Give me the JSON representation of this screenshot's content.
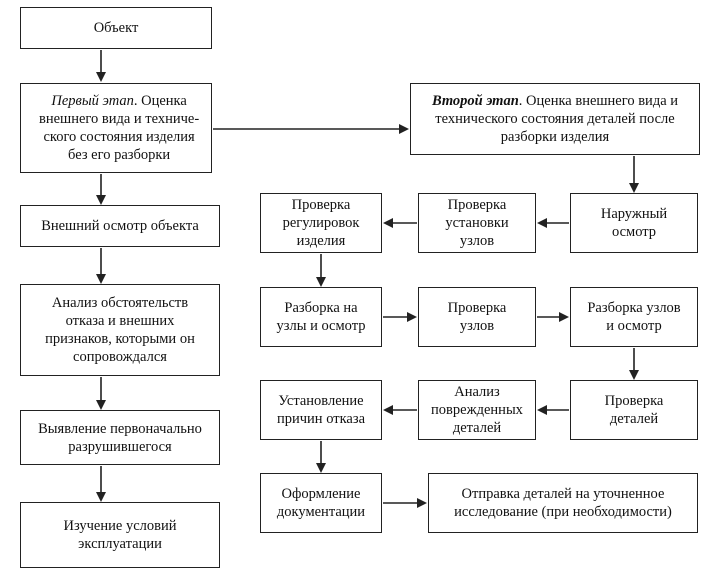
{
  "title": "",
  "nodes": {
    "object": "Объект",
    "stage1": {
      "emph": "Первый этап",
      "text": ". Оценка\nвнешнего вида и техниче-\nского состояния изделия\nбез его разборки"
    },
    "stage2": {
      "emph": "Второй этап",
      "text": ". Оценка внешнего вида и\nтехнического состояния деталей после\nразборки изделия"
    },
    "external_inspection": "Внешний осмотр объекта",
    "failure_analysis": "Анализ обстоятельств\nотказа и внешних\nпризнаков, которыми он\nсопровождался",
    "first_failed": "Выявление первоначально\nразрушившегося",
    "operating_conditions": "Изучение условий\nэксплуатации",
    "outer_inspection": "Наружный\nосмотр",
    "check_install": "Проверка\nустановки\nузлов",
    "check_adjust": "Проверка\nрегулировок\nизделия",
    "disassembly_units": "Разборка на\nузлы и осмотр",
    "check_units": "Проверка\nузлов",
    "disassembly_parts": "Разборка узлов\nи осмотр",
    "check_parts": "Проверка\nдеталей",
    "damaged_analysis": "Анализ\nповрежденных\nдеталей",
    "cause_finding": "Установление\nпричин отказа",
    "documentation": "Оформление\nдокументации",
    "send_parts": "Отправка деталей на уточненное\nисследование (при необходимости)"
  },
  "colors": {
    "line": "#222222",
    "background": "#ffffff"
  }
}
